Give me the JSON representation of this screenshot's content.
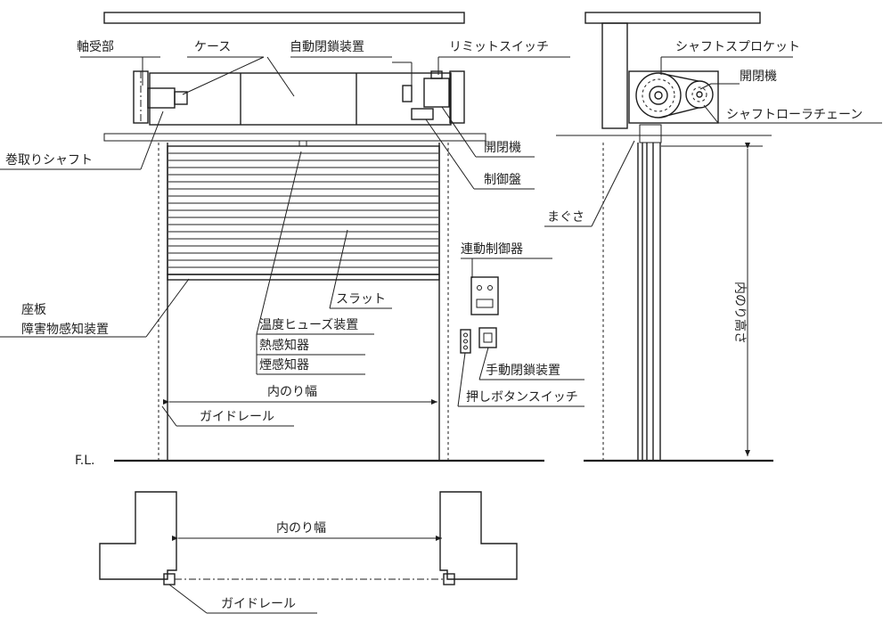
{
  "labels": {
    "bearing": "軸受部",
    "case": "ケース",
    "auto_closer": "自動閉鎖装置",
    "limit_switch": "リミットスイッチ",
    "take_up_shaft": "巻取りシャフト",
    "opener_front": "開閉機",
    "control_panel": "制御盤",
    "interlock_controller": "連動制御器",
    "slat": "スラット",
    "temp_fuse": "温度ヒューズ装置",
    "heat_detector": "熱感知器",
    "smoke_detector": "煙感知器",
    "bottom_plate": "座板",
    "obstacle_detector": "障害物感知装置",
    "inner_width_front": "内のり幅",
    "manual_closer": "手動閉鎖装置",
    "push_button": "押しボタンスイッチ",
    "guide_rail_front": "ガイドレール",
    "floor_level": "F.L.",
    "shaft_sprocket": "シャフトスプロケット",
    "opener_side": "開閉機",
    "roller_chain": "シャフトローラチェーン",
    "lintel": "まぐさ",
    "inner_height": "内のり高さ",
    "inner_width_plan": "内のり幅",
    "guide_rail_plan": "ガイドレール"
  }
}
